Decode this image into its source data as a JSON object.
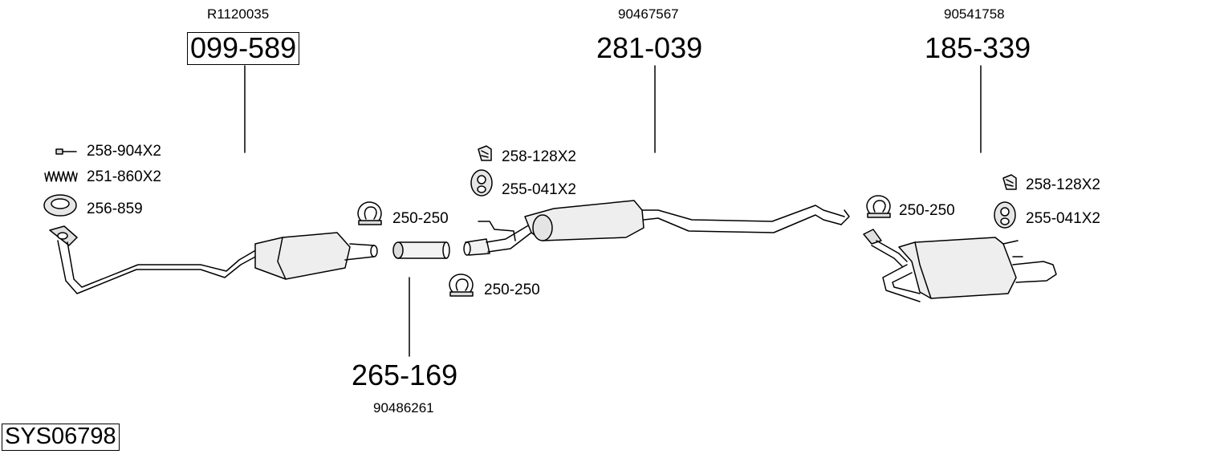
{
  "system": {
    "code": "SYS06798"
  },
  "parts": {
    "catalytic_converter": {
      "oe_number": "R1120035",
      "part_number": "099-589"
    },
    "middle_silencer": {
      "oe_number": "90467567",
      "part_number": "281-039"
    },
    "rear_silencer": {
      "oe_number": "90541758",
      "part_number": "185-339"
    },
    "connecting_pipe": {
      "oe_number": "90486261",
      "part_number": "265-169"
    }
  },
  "accessories": {
    "front_bolt": "258-904X2",
    "front_spring": "251-860X2",
    "front_gasket": "256-859",
    "clamp_upper": "250-250",
    "clamp_lower": "250-250",
    "mid_holder": "258-128X2",
    "mid_rubber": "255-041X2",
    "rear_clamp": "250-250",
    "rear_holder": "258-128X2",
    "rear_rubber": "255-041X2"
  }
}
